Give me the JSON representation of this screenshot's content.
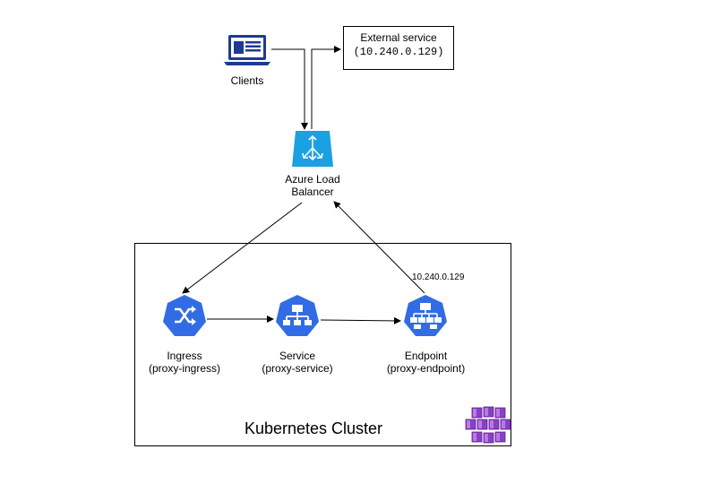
{
  "clients": {
    "label": "Clients",
    "icon": "laptop-icon"
  },
  "external_service": {
    "title": "External service",
    "ip": "(10.240.0.129)"
  },
  "load_balancer": {
    "line1": "Azure Load",
    "line2": "Balancer",
    "icon": "load-balancer-icon"
  },
  "cluster": {
    "title": "Kubernetes Cluster",
    "icon": "kubernetes-cubes-icon"
  },
  "ingress": {
    "line1": "Ingress",
    "line2": "(proxy-ingress)",
    "icon": "ingress-icon"
  },
  "service": {
    "line1": "Service",
    "line2": "(proxy-service)",
    "icon": "service-icon"
  },
  "endpoint": {
    "line1": "Endpoint",
    "line2": "(proxy-endpoint)",
    "icon": "endpoint-icon"
  },
  "endpoint_ip": "10.240.0.129",
  "colors": {
    "k8s_blue": "#326CE5",
    "azure_blue": "#1BA1E2",
    "laptop_navy": "#1F3A93",
    "purple": "#8A3FC5"
  }
}
